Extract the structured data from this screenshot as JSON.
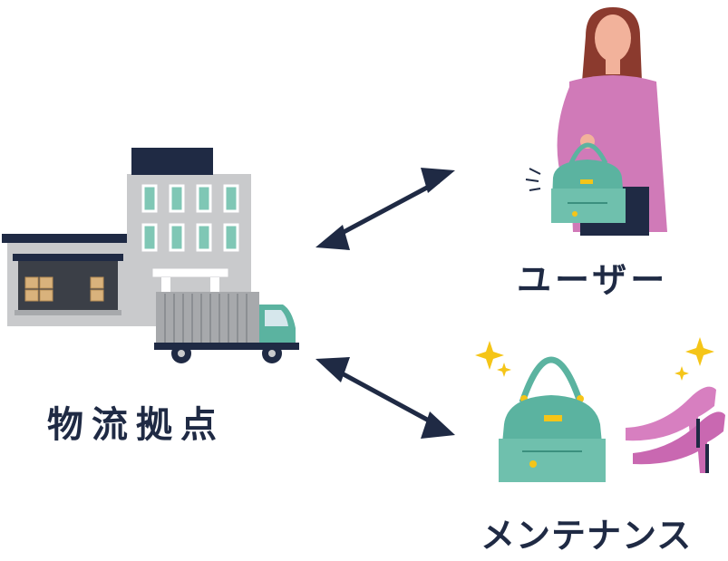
{
  "nodes": {
    "logistics": {
      "label": "物流拠点",
      "icon": "warehouse-and-truck"
    },
    "user": {
      "label": "ユーザー",
      "icon": "woman-with-handbag"
    },
    "maintenance": {
      "label": "メンテナンス",
      "icon": "handbag-and-heels-sparkle"
    }
  },
  "edges": [
    {
      "from": "logistics",
      "to": "user",
      "style": "bidirectional-arrow"
    },
    {
      "from": "logistics",
      "to": "maintenance",
      "style": "bidirectional-arrow"
    }
  ],
  "colors": {
    "navy": "#1f2a44",
    "teal": "#5bb3a0",
    "pink": "#d77fc0",
    "building_gray": "#c9cacc",
    "gold": "#f5c518"
  }
}
